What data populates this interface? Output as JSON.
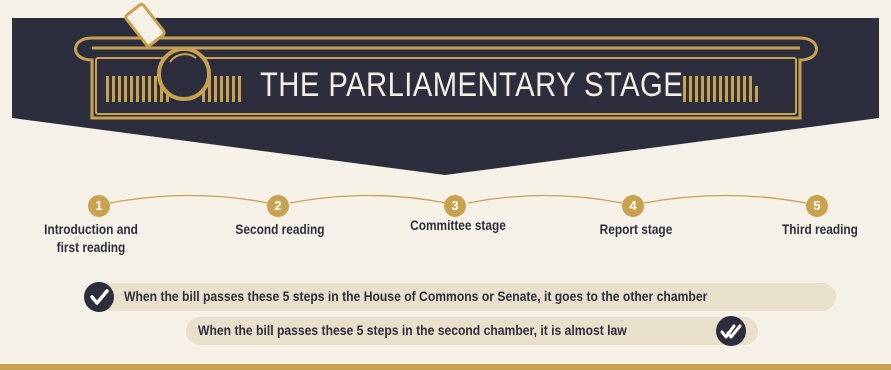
{
  "header": {
    "title": "THE PARLIAMENTARY STAGE"
  },
  "colors": {
    "navy": "#2d2e3d",
    "gold": "#c8a24f",
    "cream": "#f5f1e7",
    "pill": "#e9e0cb"
  },
  "steps": [
    {
      "number": "1",
      "label_lines": [
        "Introduction and",
        "first reading"
      ]
    },
    {
      "number": "2",
      "label_lines": [
        "Second reading"
      ]
    },
    {
      "number": "3",
      "label_lines": [
        "Committee stage"
      ]
    },
    {
      "number": "4",
      "label_lines": [
        "Report stage"
      ]
    },
    {
      "number": "5",
      "label_lines": [
        "Third reading"
      ]
    }
  ],
  "notes": [
    {
      "text": "When the bill passes these 5 steps in the House of Commons or Senate, it goes to the other chamber",
      "icon": "check-icon"
    },
    {
      "text": "When the bill passes these 5 steps in the second chamber, it is almost law",
      "icon": "double-check-icon"
    }
  ]
}
